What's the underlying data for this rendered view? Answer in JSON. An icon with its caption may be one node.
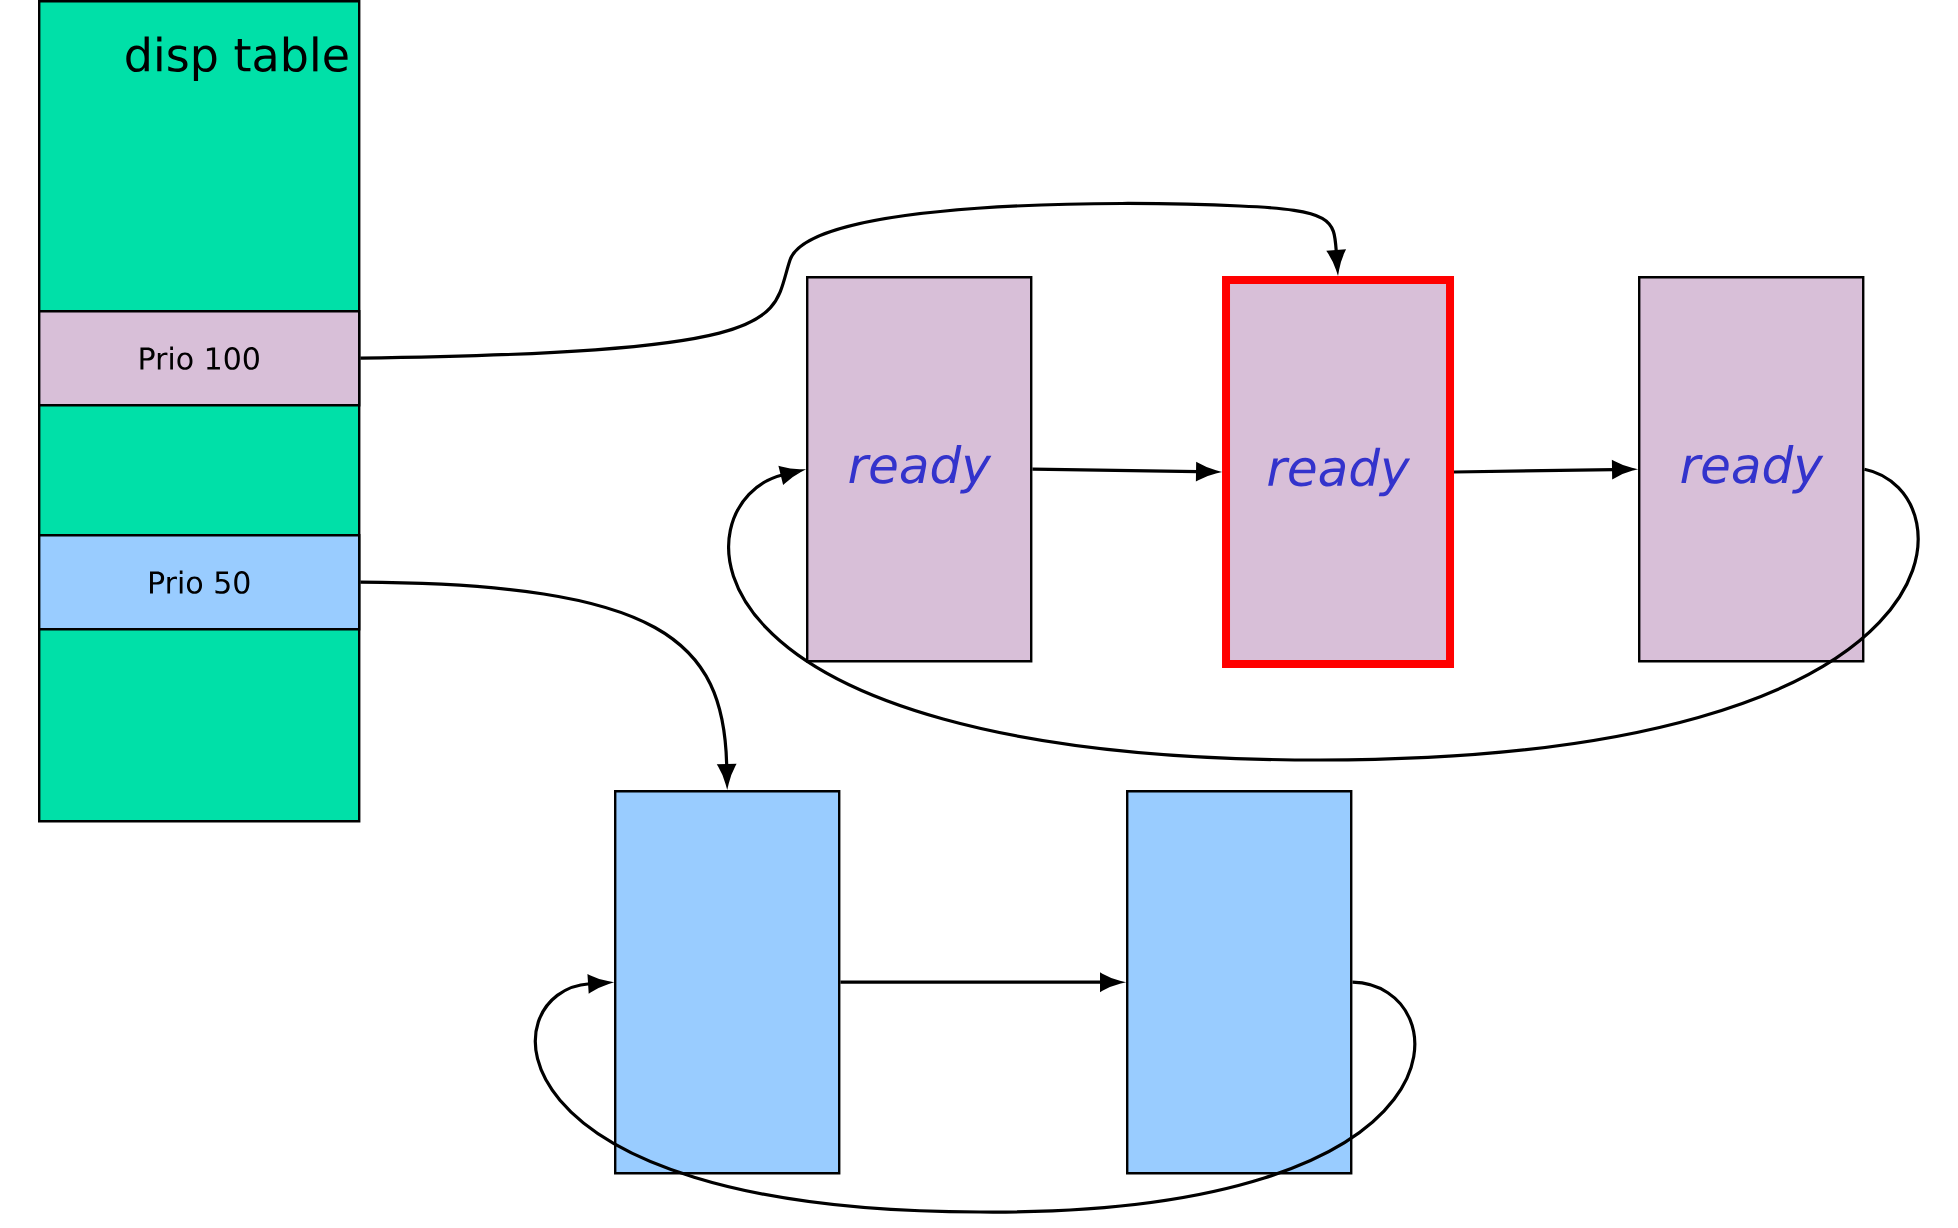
{
  "diagram": {
    "nodes": [
      {
        "text": [
          "disp table"
        ]
      },
      {
        "text": [
          "Prio 100"
        ],
        "in": 0
      },
      {
        "text": [
          "Prio 50"
        ],
        "in": 0
      },
      {
        "text": [
          "ready"
        ]
      },
      {
        "text": [
          "ready"
        ]
      },
      {
        "text": [
          "ready"
        ]
      },
      {
        "text": [],
        "shape": "box"
      },
      {
        "text": [],
        "shape": "box"
      }
    ],
    "edges": [
      {
        "from": 1,
        "to": 4,
        "arrow": "to"
      },
      {
        "from": 3,
        "to": 4,
        "arrow": "to"
      },
      {
        "from": 4,
        "to": 5,
        "arrow": "to"
      },
      {
        "from": 5,
        "to": 3,
        "arrow": "to"
      },
      {
        "from": 2,
        "to": 6,
        "arrow": "to"
      },
      {
        "from": 6,
        "to": 7,
        "arrow": "to"
      },
      {
        "from": 7,
        "to": 6,
        "arrow": "to"
      }
    ]
  }
}
